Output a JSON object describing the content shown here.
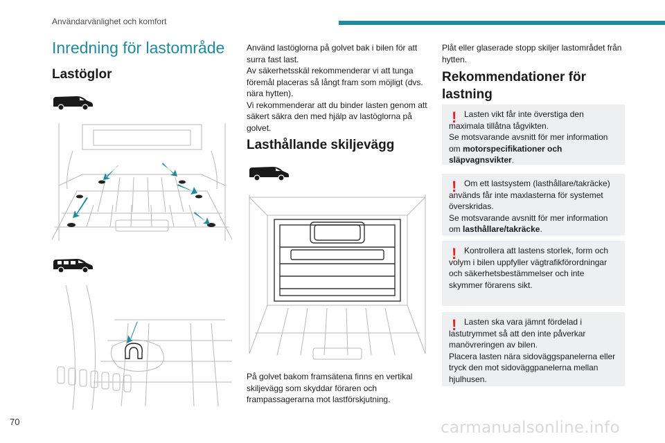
{
  "header": {
    "section": "Användarvänlighet och komfort",
    "accent_color": "#1e8a9c"
  },
  "page_number": "70",
  "watermark": "carmanualsonline.info",
  "page_title": "Inredning för lastområde",
  "lastoglor": {
    "heading": "Lastöglor",
    "van_icon_1": "panel-van-icon",
    "van_icon_2": "passenger-van-icon"
  },
  "col2": {
    "intro_lines": [
      "Använd lastöglorna på golvet bak i bilen för att surra fast last.",
      "Av säkerhetsskäl rekommenderar vi att tunga föremål placeras så långt fram som möjligt (dvs. nära hytten).",
      "Vi rekommenderar att du binder lasten genom att säkert säkra den med hjälp av lastöglorna på golvet."
    ],
    "heading": "Lasthållande skiljevägg",
    "partition_text": "På golvet bakom framsätena finns en vertikal skiljevägg som skyddar föraren och frampassagerarna mot lastförskjutning."
  },
  "col3": {
    "stops_text": "Plåt eller glaserade stopp skiljer lastområdet från hytten.",
    "heading": "Rekommendationer för lastning",
    "warning_mark": "!",
    "warning_color": "#e3232c",
    "warnings": [
      {
        "line1": "Lasten vikt får inte överstiga den maximala tillåtna tågvikten.",
        "line2_prefix": "Se motsvarande avsnitt för mer information om ",
        "line2_bold": "motorspecifikationer och släpvagnsvikter",
        "line2_suffix": "."
      },
      {
        "line1": "Om ett lastsystem (lasthållare/takräcke) används får inte maxlasterna för systemet överskridas.",
        "line2_prefix": "Se motsvarande avsnitt för mer information om ",
        "line2_bold": "lasthållare/takräcke",
        "line2_suffix": "."
      },
      {
        "line1": "Kontrollera att lastens storlek, form och volym i bilen uppfyller vägtrafikförordningar och säkerhetsbestämmelser och inte skymmer förarens sikt."
      },
      {
        "line1": "Lasten ska vara jämnt fördelad i lastutrymmet så att den inte påverkar manövreringen av bilen.",
        "line2": "Placera lasten nära sidoväggspanelerna eller tryck den mot sidoväggpanelerna mellan hjulhusen."
      }
    ]
  }
}
